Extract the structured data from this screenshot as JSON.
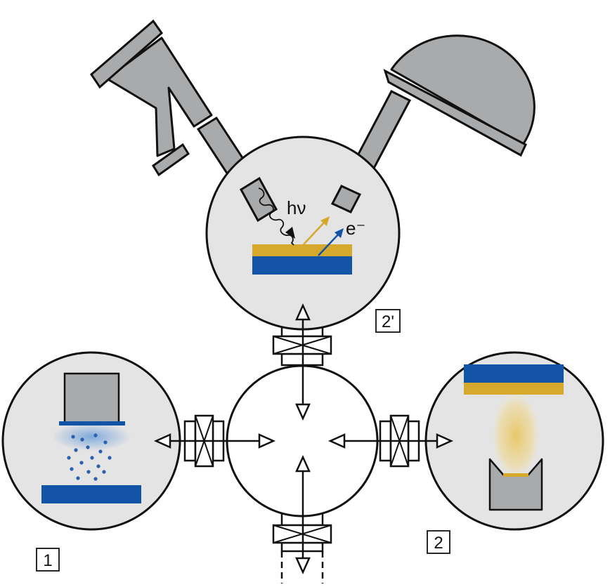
{
  "diagram": {
    "labels": {
      "photon": "hν",
      "electron": "e⁻",
      "chamber_1": "1",
      "chamber_2": "2",
      "chamber_2_prime": "2'"
    },
    "colors": {
      "chamber_fill": "#e4e4e4",
      "center_fill": "#ffffff",
      "outline": "#111111",
      "component_gray": "#a9aaac",
      "substrate_blue": "#1454a6",
      "film_gold": "#d6a92d",
      "plasma_blue": "#7aa6dc",
      "particle_blue": "#2a5fb0",
      "glow_gold": "#e8c45a"
    }
  }
}
